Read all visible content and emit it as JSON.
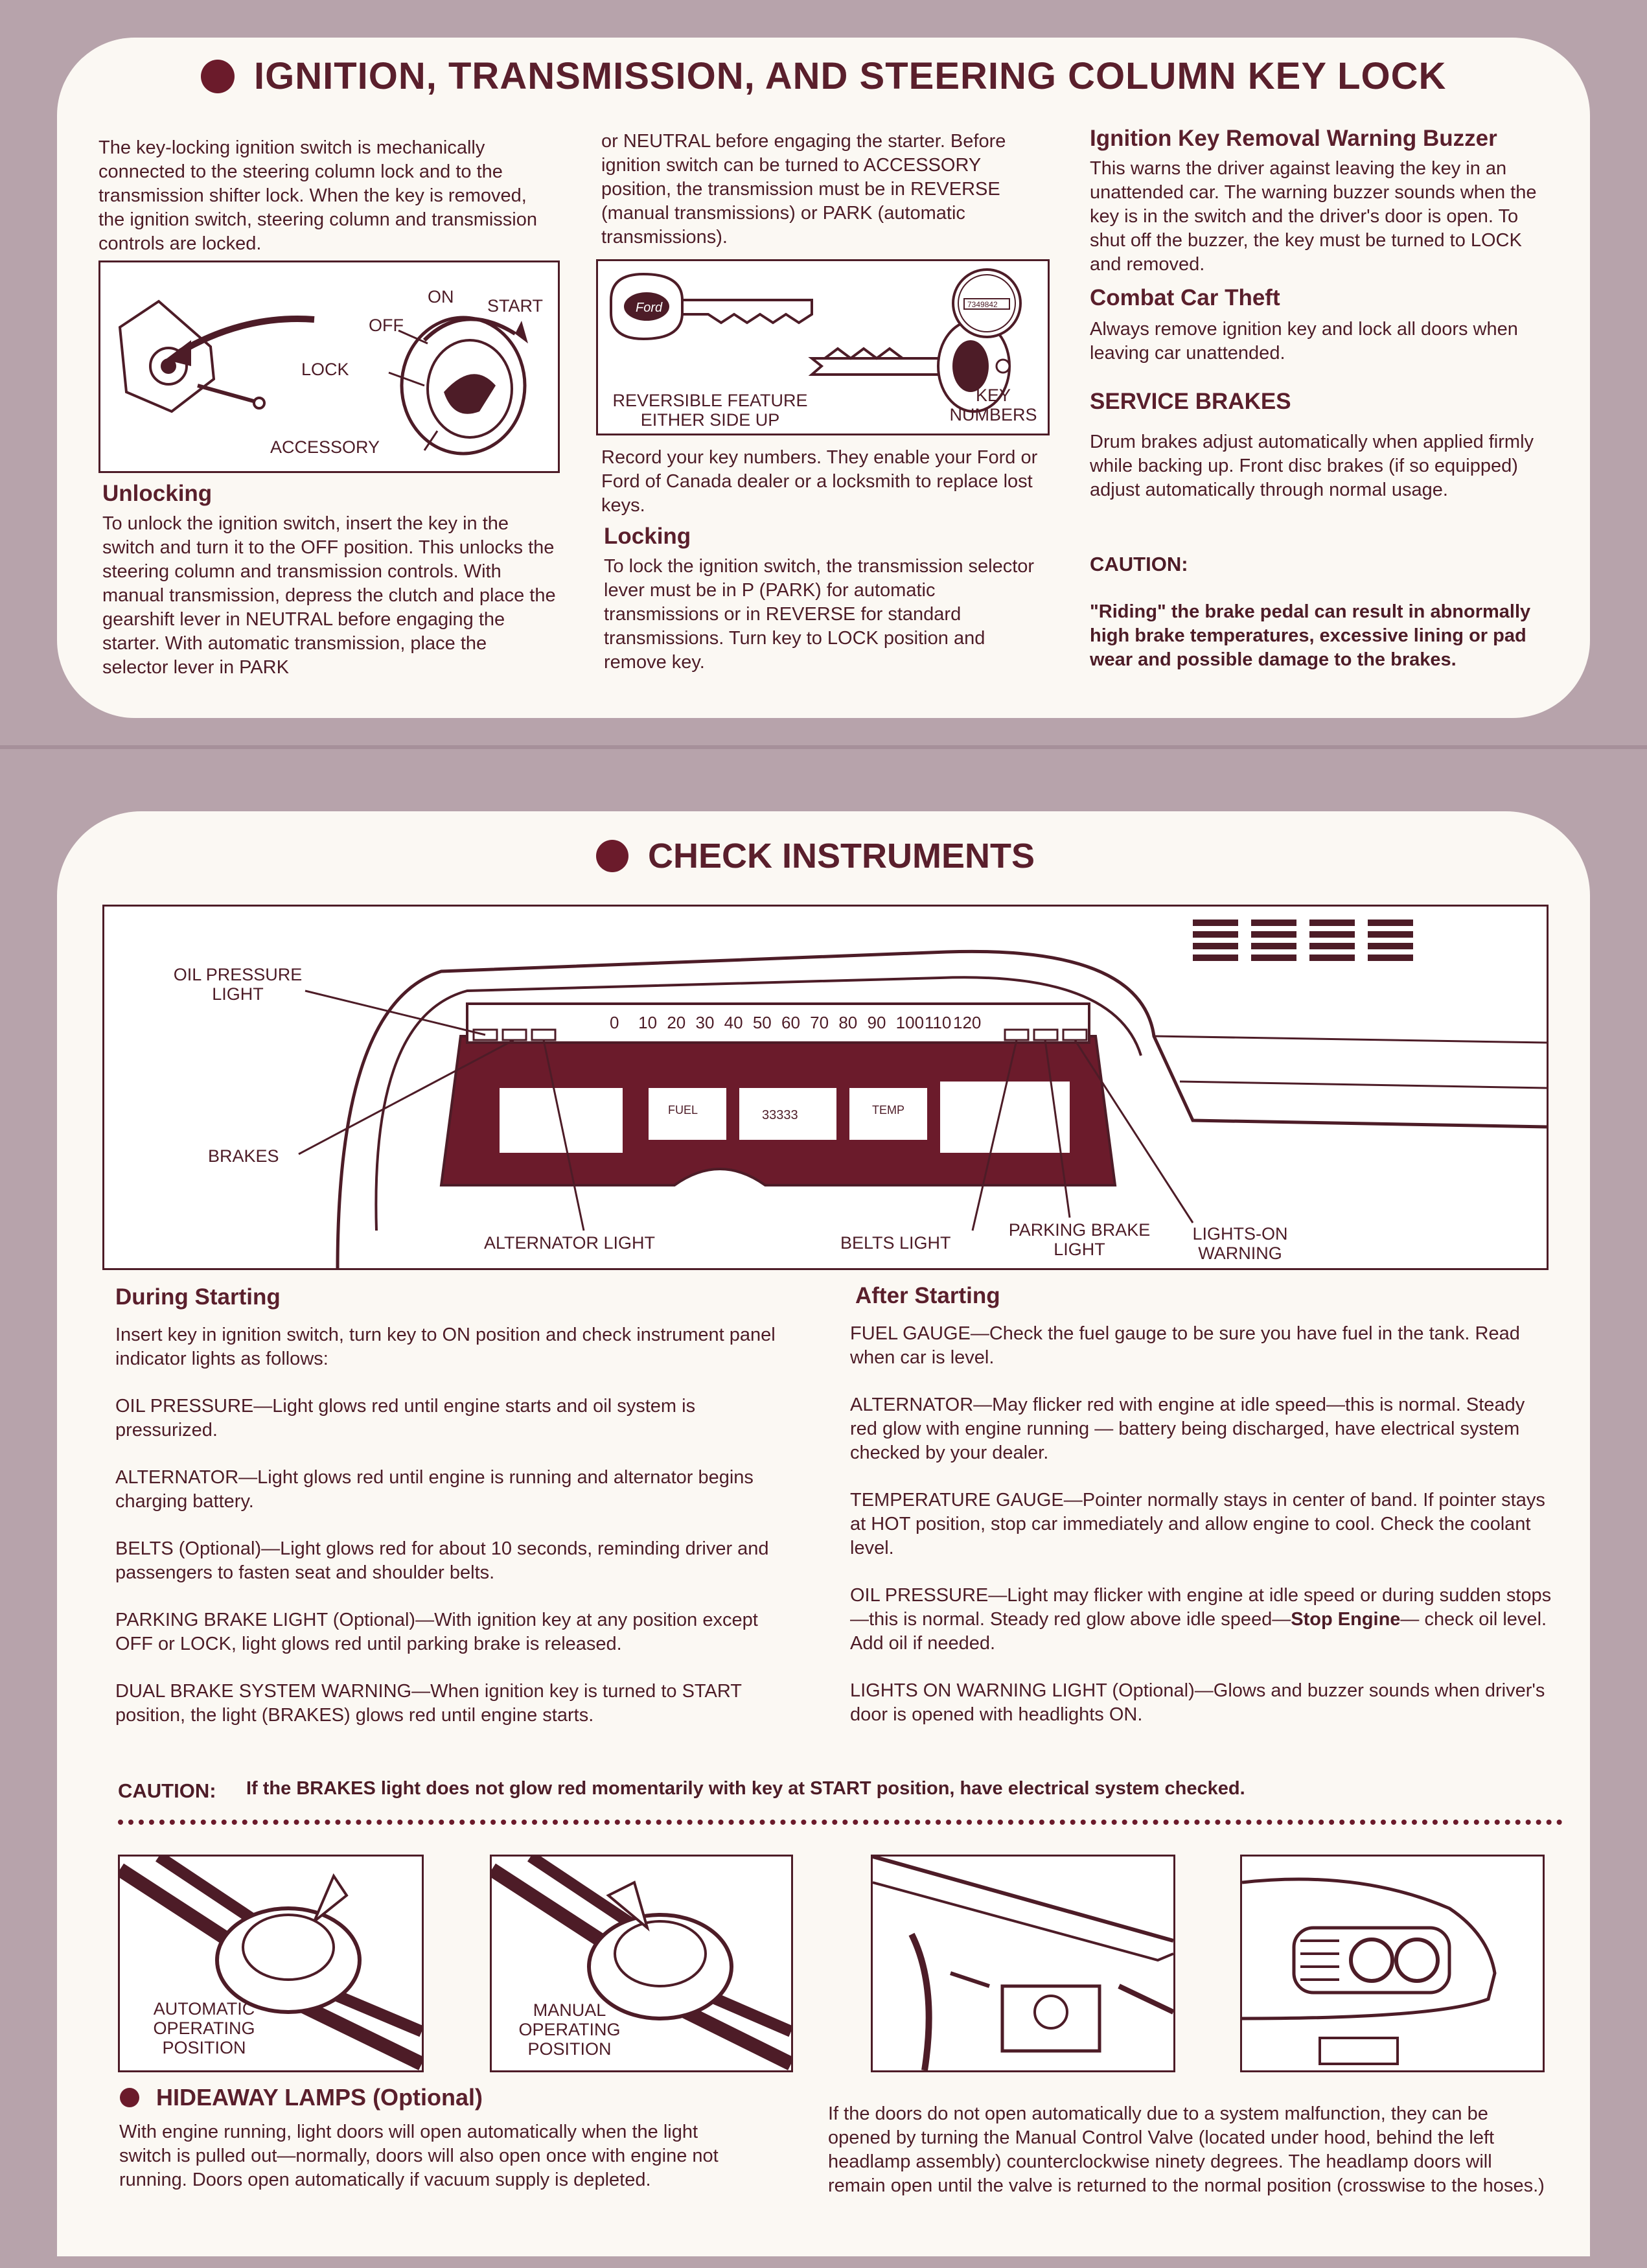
{
  "section1": {
    "title": "IGNITION, TRANSMISSION, AND STEERING COLUMN KEY LOCK",
    "intro": "The key-locking ignition switch is mechanically connected to the steering column lock and to the transmission shifter lock. When the key is removed, the ignition switch, steering column and transmission controls are locked.",
    "ignition_figure": {
      "labels": {
        "on": "ON",
        "start": "START",
        "off": "OFF",
        "lock": "LOCK",
        "accessory": "ACCESSORY"
      }
    },
    "unlocking": {
      "heading": "Unlocking",
      "text": "To unlock the ignition switch, insert the key in the switch and turn it to the OFF position. This unlocks the steering column and transmission controls. With manual transmission, depress the clutch and place the gearshift lever in NEUTRAL before engaging the starter. With automatic transmission, place the selector lever in PARK"
    },
    "col2_top": "or NEUTRAL before engaging the starter. Before ignition switch can be turned to ACCESSORY position, the transmission must be in REVERSE (manual transmissions) or PARK (automatic transmissions).",
    "key_figure": {
      "reversible_label": "REVERSIBLE FEATURE EITHER SIDE UP",
      "key_numbers_label": "KEY NUMBERS",
      "tag_number": "7349842"
    },
    "col2_mid": "Record your key numbers. They enable your Ford or Ford of Canada dealer or a locksmith to replace lost keys.",
    "locking": {
      "heading": "Locking",
      "text": "To lock the ignition switch, the transmission selector lever must be in P (PARK) for automatic transmissions or in REVERSE for standard transmissions. Turn key to LOCK position and remove key."
    },
    "buzzer": {
      "heading": "Ignition Key Removal Warning Buzzer",
      "text": "This warns the driver against leaving the key in an unattended car. The warning buzzer sounds when the key is in the switch and the driver's door is open. To shut off the buzzer, the key must be turned to LOCK and removed."
    },
    "theft": {
      "heading": "Combat Car Theft",
      "text": "Always remove ignition key and lock all doors when leaving car unattended."
    },
    "brakes": {
      "heading": "SERVICE BRAKES",
      "text": "Drum brakes adjust automatically when applied firmly while backing up. Front disc brakes (if so equipped) adjust automatically through normal usage.",
      "caution_label": "CAUTION:",
      "caution_text": "\"Riding\" the brake pedal can result in abnormally high brake temperatures, excessive lining or pad wear and possible damage to the brakes."
    }
  },
  "section2": {
    "title": "CHECK INSTRUMENTS",
    "dash_figure": {
      "oil_pressure_light": "OIL PRESSURE LIGHT",
      "brakes": "BRAKES",
      "alternator_light": "ALTERNATOR LIGHT",
      "belts_light": "BELTS LIGHT",
      "parking_brake_light": "PARKING BRAKE LIGHT",
      "lights_on_warning": "LIGHTS-ON WARNING",
      "speedo_numbers": [
        "0",
        "10",
        "20",
        "30",
        "40",
        "50",
        "60",
        "70",
        "80",
        "90",
        "100",
        "110",
        "120"
      ],
      "fuel_label": "FUEL",
      "temp_label": "TEMP",
      "odometer": "33333"
    },
    "during": {
      "heading": "During Starting",
      "intro": "Insert key in ignition switch, turn key to ON position and check instrument panel indicator lights as follows:",
      "items": [
        "OIL PRESSURE—Light glows red until engine starts and oil system is pressurized.",
        "ALTERNATOR—Light glows red until engine is running and alternator begins charging battery.",
        "BELTS (Optional)—Light glows red for about 10 seconds, reminding driver and passengers to fasten seat and shoulder belts.",
        "PARKING BRAKE LIGHT (Optional)—With ignition key at any position except OFF or LOCK, light glows red until parking brake is released.",
        "DUAL BRAKE SYSTEM WARNING—When ignition key is turned to START position, the light (BRAKES) glows red until engine starts."
      ]
    },
    "after": {
      "heading": "After Starting",
      "items": [
        "FUEL GAUGE—Check the fuel gauge to be sure you have fuel in the tank. Read when car is level.",
        "ALTERNATOR—May flicker red with engine at idle speed—this is normal. Steady red glow with engine running — battery being discharged, have electrical system checked by your dealer.",
        "TEMPERATURE GAUGE—Pointer normally stays in center of band. If pointer stays at HOT position, stop car immediately and allow engine to cool. Check the coolant level."
      ],
      "oil_prefix": "OIL PRESSURE—Light may flicker with engine at idle speed or during sudden stops—this is normal. Steady red glow above idle speed—",
      "oil_bold1": "Stop Engine",
      "oil_suffix": "— check oil level.  Add oil if needed.",
      "lights_on": "LIGHTS ON WARNING LIGHT (Optional)—Glows and buzzer sounds when driver's door is opened with headlights ON."
    },
    "caution_label": "CAUTION:",
    "caution_text": "If the BRAKES light does not glow red momentarily with key at START position, have electrical system checked."
  },
  "section3": {
    "title": "HIDEAWAY LAMPS (Optional)",
    "fig_auto": "AUTOMATIC OPERATING POSITION",
    "fig_manual": "MANUAL OPERATING POSITION",
    "text_left": "With engine running, light doors will open automatically when the light switch is pulled out—normally, doors will also open once with engine not running.  Doors open automatically if vacuum supply is depleted.",
    "text_right": "If the doors do not open automatically due to a system malfunction, they can be opened by turning the Manual Control Valve (located under hood, behind the left headlamp assembly) counterclockwise ninety degrees. The headlamp doors will remain open until the valve is returned to the normal position (crosswise to the hoses.)"
  }
}
